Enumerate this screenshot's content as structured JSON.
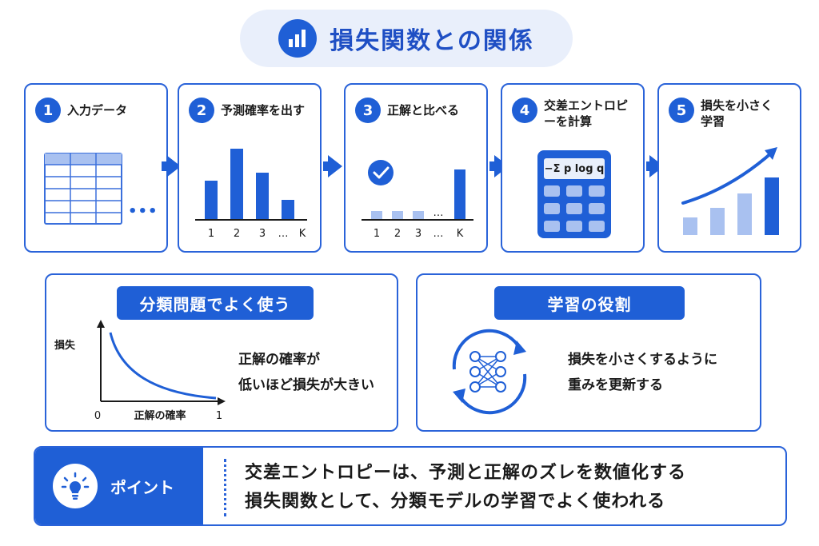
{
  "title": "損失関数との関係",
  "steps": [
    {
      "num": "1",
      "label": "入力データ"
    },
    {
      "num": "2",
      "label": "予測確率を出す"
    },
    {
      "num": "3",
      "label": "正解と比べる"
    },
    {
      "num": "4",
      "label": "交差エントロピーを計算"
    },
    {
      "num": "5",
      "label": "損失を小さく学習"
    }
  ],
  "step1_ellipsis": "•••",
  "step2_ticks": [
    "1",
    "2",
    "3",
    "…",
    "K"
  ],
  "step3_ticks": [
    "1",
    "2",
    "3",
    "…",
    "K"
  ],
  "step3_dots": "…",
  "calc_formula": "−Σ p log q",
  "left_panel": {
    "title": "分類問題でよく使う",
    "ylabel": "損失",
    "xlabel": "正解の確率",
    "x0": "0",
    "x1": "1",
    "text_line1": "正解の確率が",
    "text_line2": "低いほど損失が大きい"
  },
  "right_panel": {
    "title": "学習の役割",
    "text_line1": "損失を小さくするように",
    "text_line2": "重みを更新する"
  },
  "point": {
    "label": "ポイント",
    "line1": "交差エントロピーは、予測と正解のズレを数値化する",
    "line2": "損失関数として、分類モデルの学習でよく使われる"
  },
  "colors": {
    "primary": "#1f5fd6",
    "light": "#a9c1f0",
    "bg": "#e9effb"
  }
}
